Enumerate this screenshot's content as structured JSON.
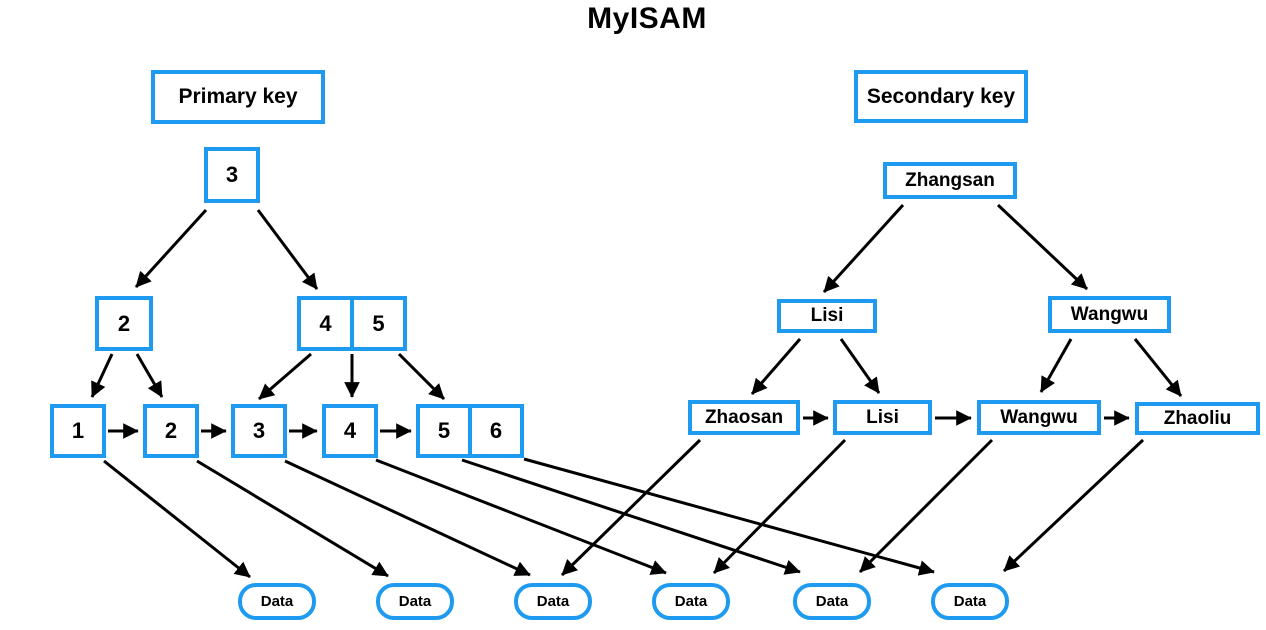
{
  "title": "MyISAM",
  "primary": {
    "label": "Primary key",
    "root": [
      "3"
    ],
    "level2": [
      [
        "2"
      ],
      [
        "4",
        "5"
      ]
    ],
    "leaves": [
      [
        "1"
      ],
      [
        "2"
      ],
      [
        "3"
      ],
      [
        "4"
      ],
      [
        "5",
        "6"
      ]
    ]
  },
  "secondary": {
    "label": "Secondary key",
    "root": [
      "Zhangsan"
    ],
    "level2": [
      [
        "Lisi"
      ],
      [
        "Wangwu"
      ]
    ],
    "leaves": [
      [
        "Zhaosan"
      ],
      [
        "Lisi"
      ],
      [
        "Wangwu"
      ],
      [
        "Zhaoliu"
      ]
    ]
  },
  "data_row": [
    "Data",
    "Data",
    "Data",
    "Data",
    "Data",
    "Data"
  ],
  "colors": {
    "node_border": "#1E9BF0",
    "arrow": "#000000",
    "text": "#000000",
    "background": "#FFFFFF"
  }
}
